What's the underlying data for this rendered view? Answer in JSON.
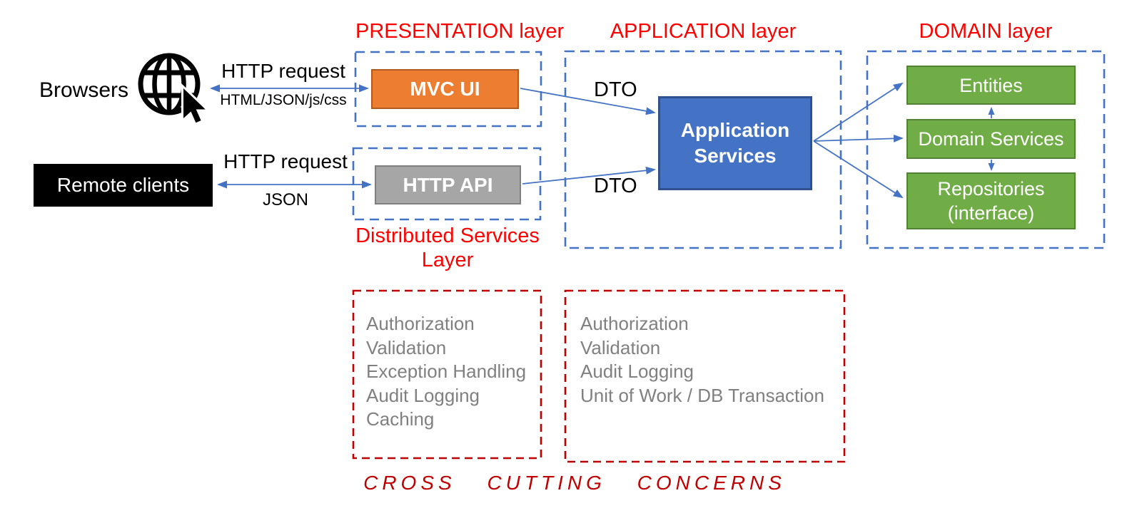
{
  "colors": {
    "accent_blue": "#4472C4",
    "blue_border": "#2F528F",
    "orange": "#ED7D31",
    "orange_border": "#AE5A21",
    "gray_fill": "#A6A6A6",
    "gray_border": "#7F7F7F",
    "green": "#70AD47",
    "green_border": "#548235",
    "red_title": "#FF0000",
    "red_dashed": "#C00000",
    "gray_text": "#808080"
  },
  "clients": {
    "browsers": {
      "label": "Browsers",
      "icon": "globe-pointer-icon"
    },
    "remote": {
      "label": "Remote clients"
    }
  },
  "connections": {
    "browser_http": {
      "label": "HTTP request",
      "sublabel": "HTML/JSON/js/css"
    },
    "remote_http": {
      "label": "HTTP request",
      "sublabel": "JSON"
    },
    "mvc_dto": "DTO",
    "api_dto": "DTO"
  },
  "layers": {
    "presentation": {
      "title": "PRESENTATION layer",
      "component": "MVC UI"
    },
    "distributed": {
      "title": "Distributed Services Layer",
      "component": "HTTP API"
    },
    "application": {
      "title": "APPLICATION layer",
      "component": "Application Services"
    },
    "domain": {
      "title": "DOMAIN layer",
      "components": [
        "Entities",
        "Domain Services",
        "Repositories (interface)"
      ]
    }
  },
  "cross_cutting": {
    "presentation_concerns": [
      "Authorization",
      "Validation",
      "Exception Handling",
      "Audit Logging",
      "Caching"
    ],
    "application_concerns": [
      "Authorization",
      "Validation",
      "Audit Logging",
      "Unit of Work / DB Transaction"
    ],
    "footer": "CROSS CUTTING CONCERNS"
  }
}
